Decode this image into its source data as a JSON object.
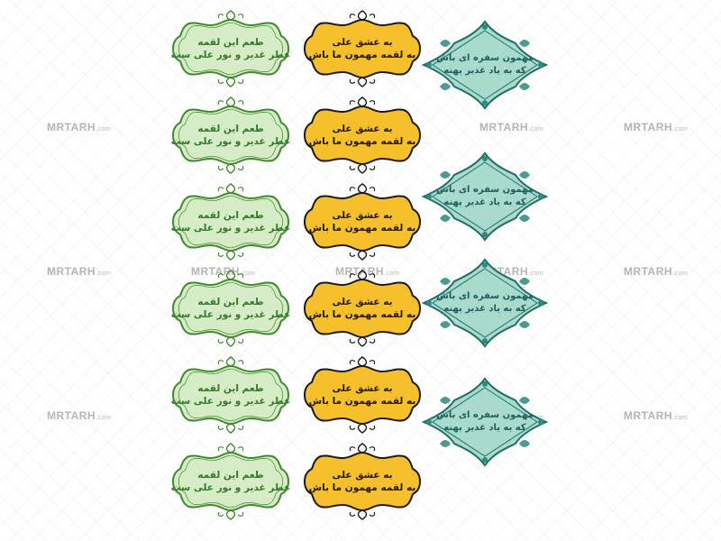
{
  "colors": {
    "green_fill": "#d6ecc6",
    "green_stroke": "#3f8a2f",
    "yellow_fill": "#f6bf2c",
    "yellow_stroke": "#1a1a1a",
    "teal_fill": "#a9dbcc",
    "teal_stroke": "#1f6e6a",
    "teal_ornament": "#2d8a7f"
  },
  "watermark": {
    "brand": "MRTARH",
    "suffix": ".com"
  },
  "green_label": {
    "line1": "طعم این لقمه",
    "line2": "عطر غدیر و نور علی ست"
  },
  "yellow_label": {
    "line1": "به عشق علی",
    "line2": "به لقمه مهمون ما باش"
  },
  "teal_label": {
    "line1": "مهمون سفره ای باش",
    "line2": "که به یاد غدیر پهنه"
  }
}
